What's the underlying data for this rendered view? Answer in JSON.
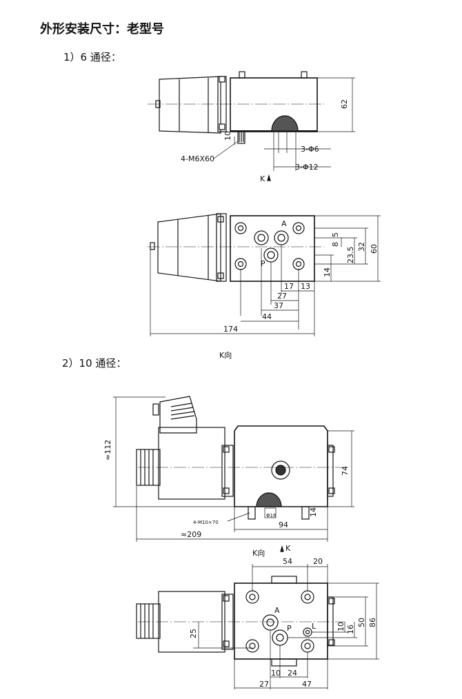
{
  "title": "外形安装尺寸：老型号",
  "sections": {
    "s1": "1）6 通径：",
    "s2": "2）10 通径："
  },
  "d6": {
    "side": {
      "height": "62",
      "ten": "10",
      "bolt": "4-M6X60",
      "hole_small": "3-Φ6",
      "hole_large": "3-Φ12",
      "k_arrow": "K"
    },
    "top": {
      "A": "A",
      "P": "P",
      "d5": "5",
      "d8": "8",
      "d32": "32",
      "d60": "60",
      "d23": "23.5",
      "d14": "14",
      "d17": "17",
      "d13": "13",
      "d27": "27",
      "d37": "37",
      "d44": "44",
      "d174": "174"
    },
    "kview": "K向"
  },
  "d10": {
    "side": {
      "h112": "≈112",
      "h74": "74",
      "bolt": "4-M10×70",
      "h14": "14",
      "w94": "94",
      "w209": "≈209",
      "k_arrow": "K",
      "oring": "Φ16"
    },
    "kview": "K向",
    "top": {
      "d54": "54",
      "d20": "20",
      "A": "A",
      "P": "P",
      "L": "L",
      "d25": "25",
      "d10": "10",
      "d16": "16",
      "d50": "50",
      "d86": "86",
      "d10b": "10",
      "d24": "24",
      "d27": "27",
      "d47": "47"
    }
  }
}
